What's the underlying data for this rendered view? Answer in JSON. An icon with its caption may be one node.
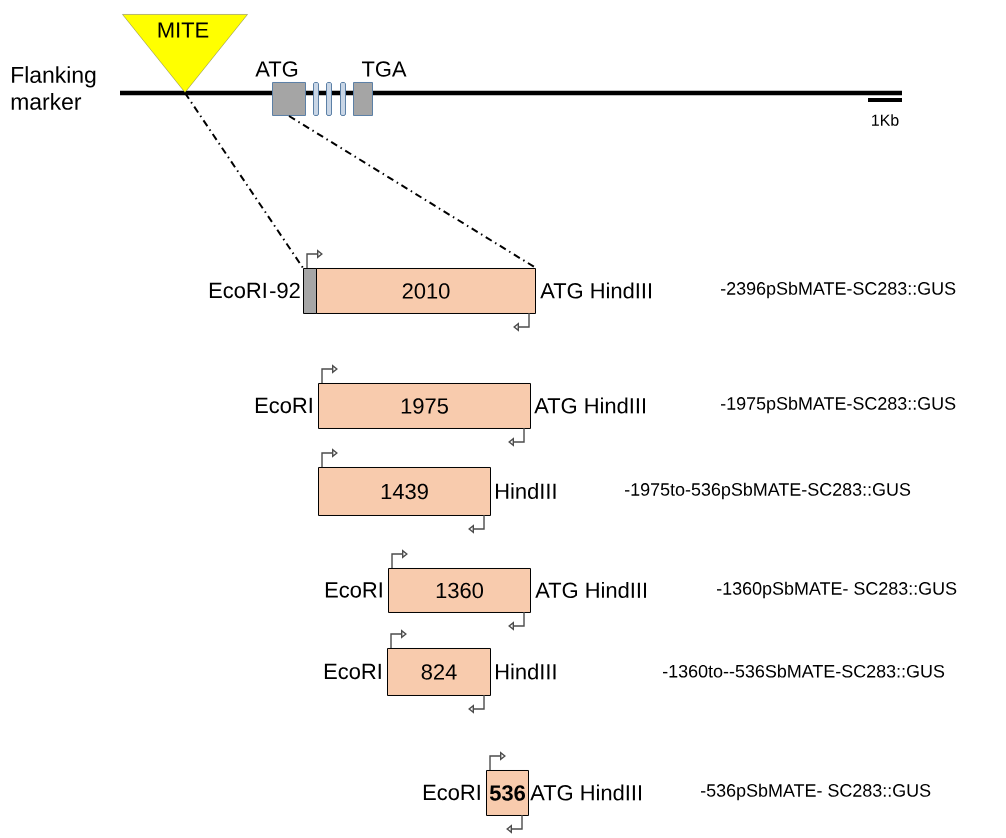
{
  "diagram": {
    "nodes": [
      {
        "text": [
          "MITE"
        ]
      },
      {
        "text": [],
        "shape": "box"
      },
      {
        "text": [],
        "shape": "bar"
      },
      {
        "text": [],
        "shape": "bar"
      },
      {
        "text": [],
        "shape": "bar"
      },
      {
        "text": [],
        "shape": "box"
      },
      {
        "text": [],
        "shape": "box",
        "beside": [
          "EcoRI",
          "-92"
        ]
      },
      {
        "text": [
          "2010"
        ],
        "beside": [
          "ATG HindIII"
        ]
      },
      {
        "text": [
          "1975"
        ],
        "beside": [
          "EcoRI",
          "ATG HindIII"
        ]
      },
      {
        "text": [
          "1439"
        ],
        "beside": [
          "HindIII"
        ]
      },
      {
        "text": [
          "1360"
        ],
        "beside": [
          "EcoRI",
          "ATG HindIII"
        ]
      },
      {
        "text": [
          "824"
        ],
        "beside": [
          "EcoRI",
          "HindIII"
        ]
      },
      {
        "text": [
          "536"
        ],
        "beside": [
          "EcoRI",
          "ATG HindIII"
        ]
      }
    ],
    "edges": [
      {
        "from": 0,
        "to": 6,
        "arrow": "none",
        "style": "dashed"
      },
      {
        "from": 1,
        "to": 7,
        "arrow": "none",
        "style": "dashed"
      }
    ],
    "labels": [
      "Flanking marker",
      "ATG",
      "TGA",
      "1Kb",
      "-2396pSbMATE-SC283::GUS",
      "-1975pSbMATE-SC283::GUS",
      "-1975to-536pSbMATE-SC283::GUS",
      "-1360pSbMATE- SC283::GUS",
      "-1360to--536SbMATE-SC283::GUS",
      "-536pSbMATE- SC283::GUS"
    ]
  }
}
